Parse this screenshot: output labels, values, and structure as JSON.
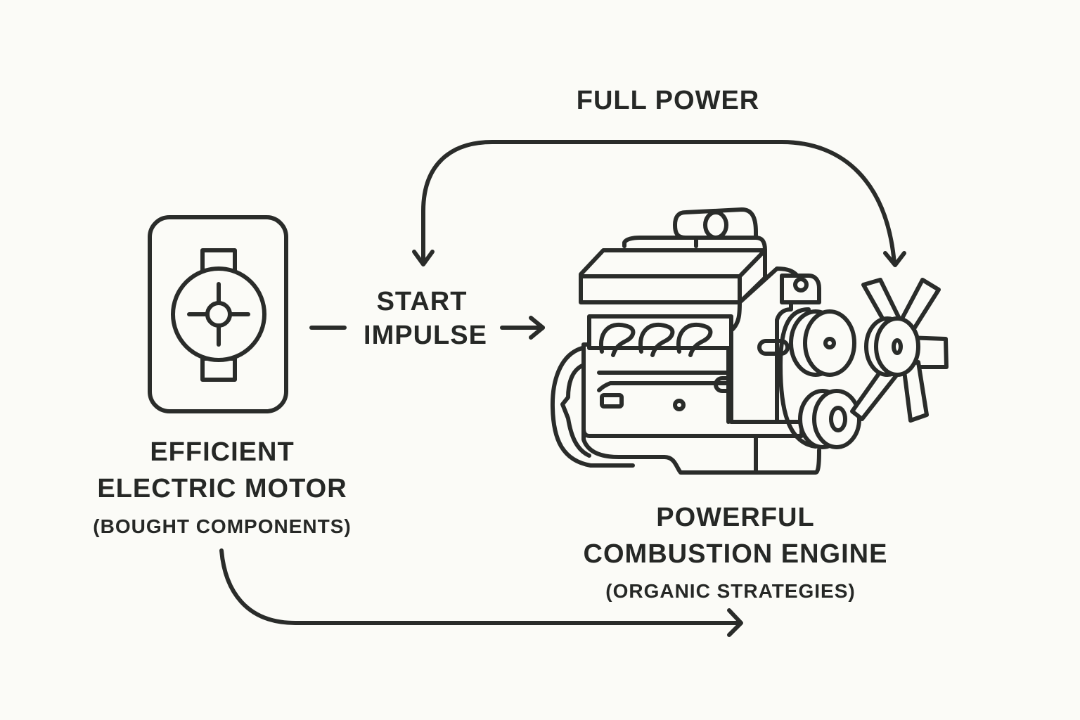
{
  "diagram": {
    "motor": {
      "title_line1": "EFFICIENT",
      "title_line2": "ELECTRIC MOTOR",
      "subtitle": "(BOUGHT COMPONENTS)",
      "icon": "electric-motor-icon"
    },
    "engine": {
      "title_line1": "POWERFUL",
      "title_line2": "COMBUSTION ENGINE",
      "subtitle": "(ORGANIC STRATEGIES)",
      "icon": "combustion-engine-icon"
    },
    "flows": {
      "start_impulse_line1": "START",
      "start_impulse_line2": "IMPULSE",
      "full_power": "FULL POWER"
    },
    "colors": {
      "background": "#fbfbf7",
      "ink": "#2a2c2a"
    }
  }
}
